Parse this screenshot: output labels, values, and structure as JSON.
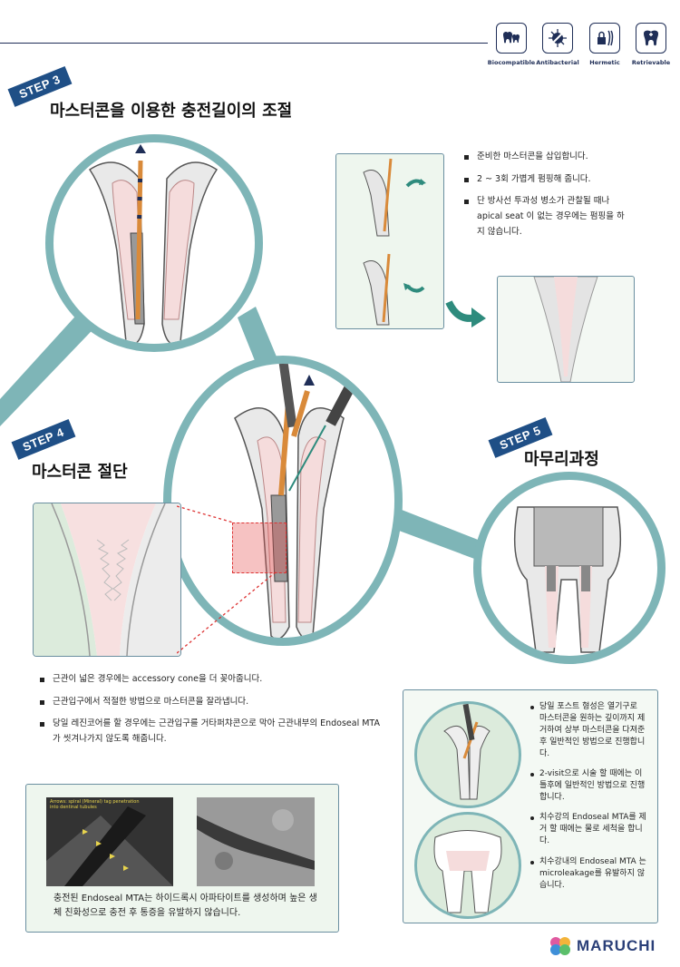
{
  "features": [
    {
      "label": "Biocompatible",
      "icon": "teeth-icon"
    },
    {
      "label": "Antibacterial",
      "icon": "antibacterial-icon"
    },
    {
      "label": "Hermetic",
      "icon": "hermetic-seal-icon"
    },
    {
      "label": "Retrievable",
      "icon": "tooth-retrievable-icon"
    }
  ],
  "step3": {
    "tag": "STEP 3",
    "title": "마스터콘을 이용한 충전길이의 조절",
    "bullets": [
      "준비한 마스터콘을 삽입합니다.",
      "2 ~ 3회 가볍게 펌핑해 줍니다.",
      "단 방사선 투과성 병소가 관찰될 때나 apical seat 이 없는 경우에는 펌핑을 하지 않습니다."
    ]
  },
  "step4": {
    "tag": "STEP 4",
    "title": "마스터콘 절단",
    "bullets": [
      "근관이 넓은 경우에는 accessory cone을 더 꽂아줍니다.",
      "근관입구에서 적절한 방법으로 마스터콘을 잘라냅니다.",
      "당일 레진코어를 할 경우에는 근관입구를 거타퍼챠콘으로 막아 근관내부의 Endoseal MTA가 씻겨나가지 않도록 해줍니다."
    ],
    "micro_label": "Arrows: spiral (Mineral) tag penetration into dentinal tubules",
    "caption": "충전된 Endoseal MTA는 하이드록시 아파타이트를 생성하며 높은 생체 친화성으로 충전 후 통증을 유발하지 않습니다."
  },
  "step5": {
    "tag": "STEP 5",
    "title": "마무리과정",
    "bullets": [
      "당일 포스트 형성은 열기구로 마스터콘을 원하는 깊이까지 제거하여 상부 마스터콘을 다져준 후 일반적인 방법으로 진행합니다.",
      "2-visit으로 시술 할 때에는 이틀후에 일반적인 방법으로 진행 합니다.",
      "치수강의 Endoseal MTA를 제거 할 때에는 물로 세척을 합니다.",
      "치수강내의 Endoseal MTA 는 microleakage를 유발하지 않습니다."
    ]
  },
  "brand": {
    "name": "MARUCHI"
  },
  "colors": {
    "accent": "#7eb5b7",
    "navy": "#1f4f86",
    "panel": "#eef6ee",
    "gutta": "#d98a3a"
  }
}
